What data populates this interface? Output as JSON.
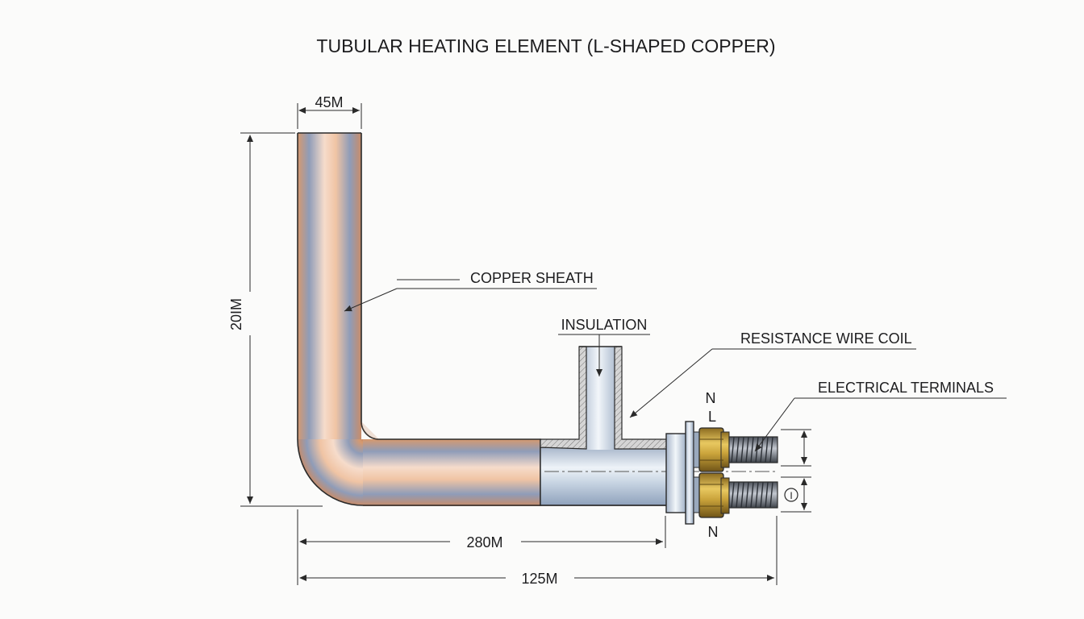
{
  "title": "TUBULAR HEATING ELEMENT (L-SHAPED COPPER)",
  "labels": {
    "copper_sheath": "COPPER SHEATH",
    "insulation": "INSULATION",
    "resistance_wire_coil": "RESISTANCE WIRE COIL",
    "electrical_terminals": "ELECTRICAL TERMINALS",
    "terminal_top_n": "N",
    "terminal_top_l": "L",
    "terminal_bottom_n": "N",
    "terminal_symbol": "I"
  },
  "dimensions": {
    "tube_width": "45M",
    "vertical_height": "20IM",
    "horizontal_length": "280M",
    "overall_length": "125M"
  },
  "colors": {
    "copper_dark": "#c98c68",
    "copper_light": "#f3d2bb",
    "copper_blue": "#8a98b4",
    "steel_dark": "#9fb1c8",
    "steel_light": "#e6eef6",
    "brass": "#c9a23a",
    "line": "#2a2a2a"
  }
}
